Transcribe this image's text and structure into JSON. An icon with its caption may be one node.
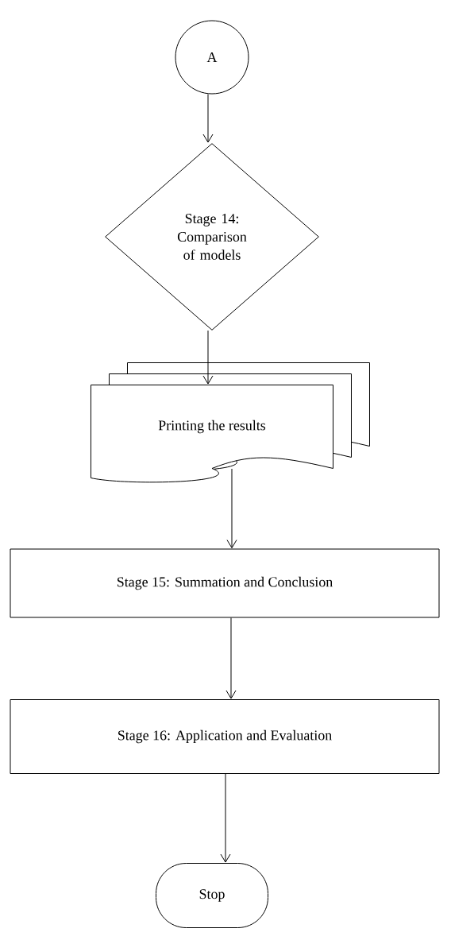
{
  "diagram": {
    "nodes": [
      {
        "text": [
          "A"
        ]
      },
      {
        "text": [
          "Stage 14: Comparison of models"
        ]
      },
      {
        "text": [
          "Printing the results"
        ]
      },
      {
        "text": [
          "Stage 15: Summation and Conclusion"
        ]
      },
      {
        "text": [
          "Stage 16: Application and Evaluation"
        ]
      },
      {
        "text": [
          "Stop"
        ]
      }
    ],
    "edges": [
      {
        "from": 0,
        "to": 1,
        "arrow": "to"
      },
      {
        "from": 1,
        "to": 2,
        "arrow": "to"
      },
      {
        "from": 2,
        "to": 3,
        "arrow": "to"
      },
      {
        "from": 3,
        "to": 4,
        "arrow": "to"
      },
      {
        "from": 4,
        "to": 5,
        "arrow": "to"
      }
    ]
  }
}
